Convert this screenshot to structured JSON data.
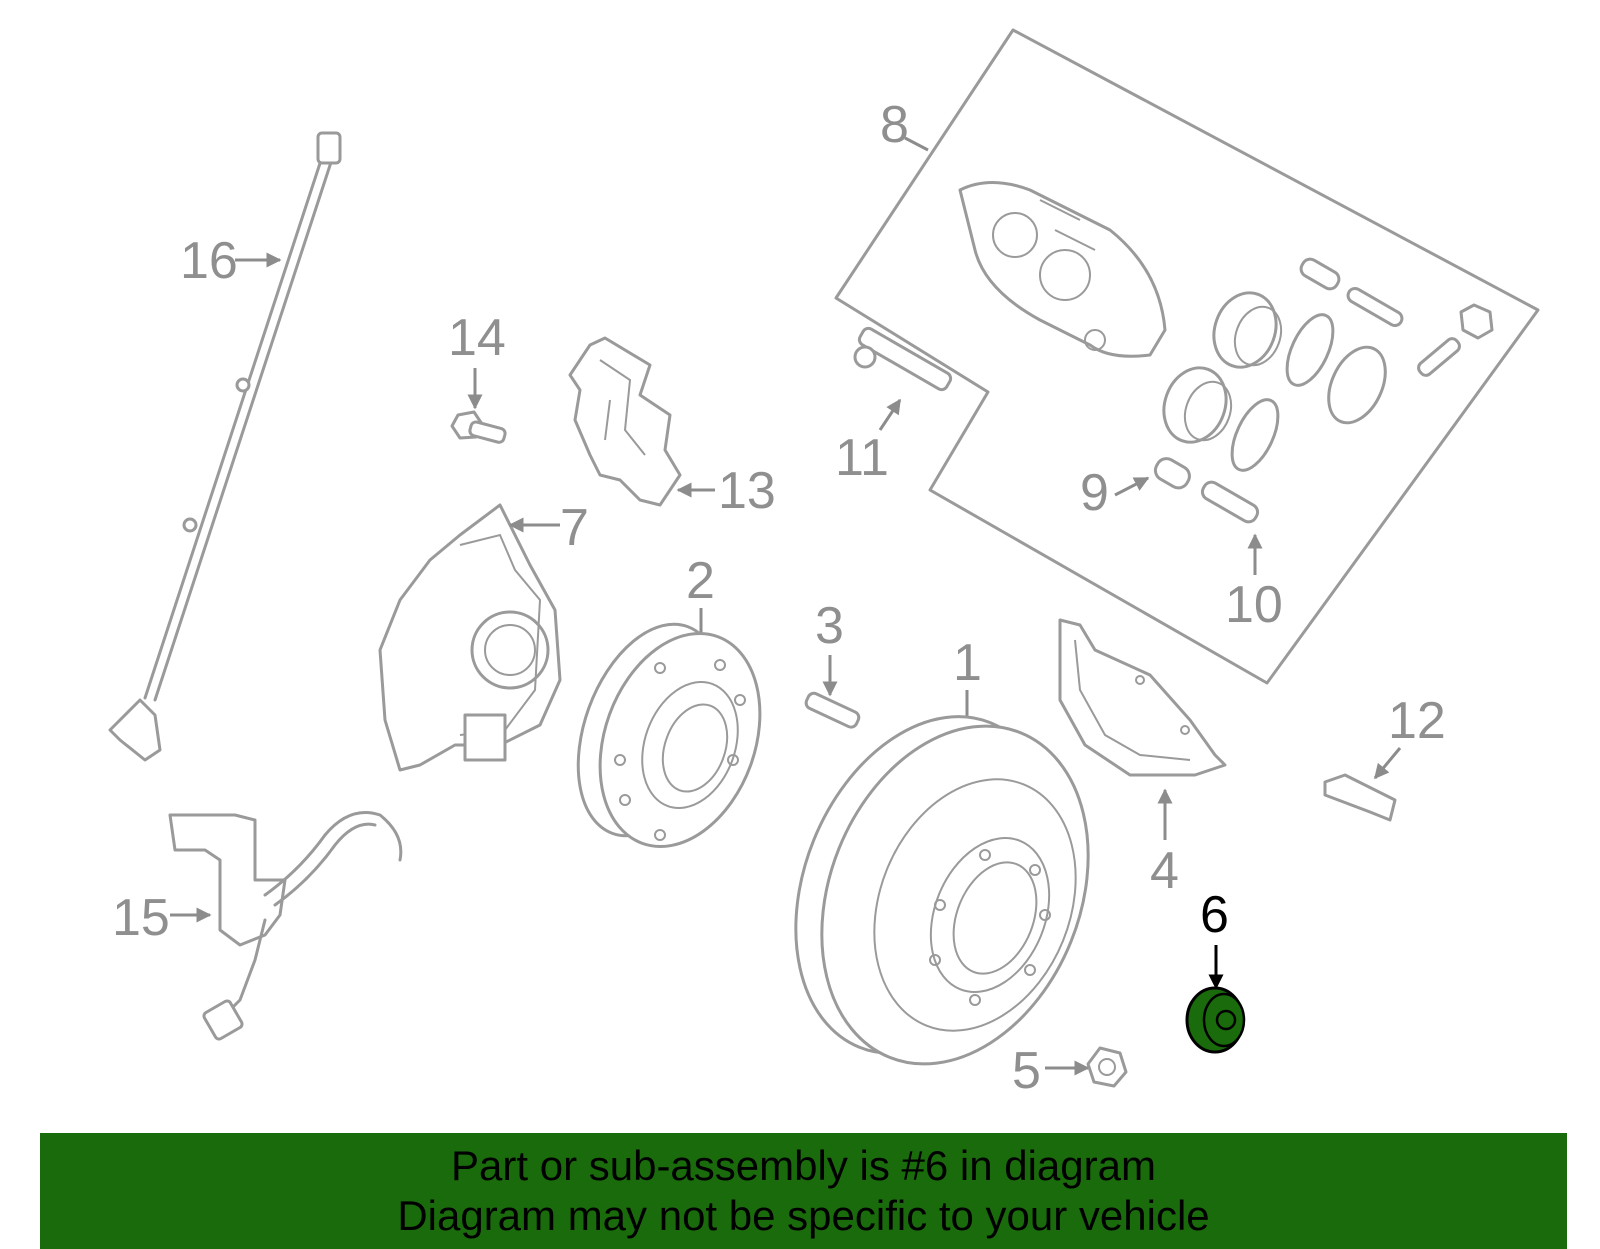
{
  "diagram": {
    "highlight_color": "#1a6b0c",
    "highlighted_part": "6",
    "callouts": {
      "c1": "1",
      "c2": "2",
      "c3": "3",
      "c4": "4",
      "c5": "5",
      "c6": "6",
      "c7": "7",
      "c8": "8",
      "c9": "9",
      "c10": "10",
      "c11": "11",
      "c12": "12",
      "c13": "13",
      "c14": "14",
      "c15": "15",
      "c16": "16"
    }
  },
  "banner": {
    "line1": "Part or sub-assembly is #6 in diagram",
    "line2": "Diagram may not be specific to your vehicle"
  }
}
